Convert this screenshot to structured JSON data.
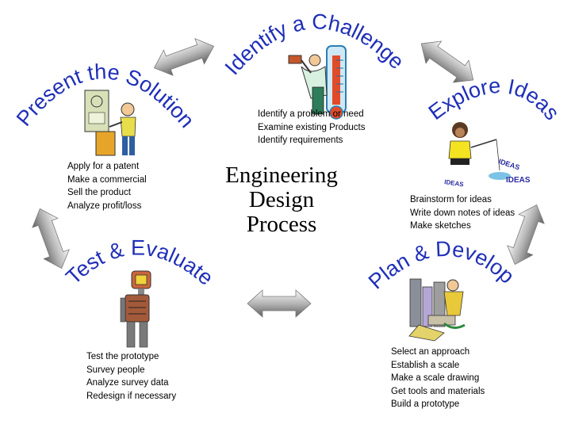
{
  "title": {
    "line1": "Engineering",
    "line2": "Design",
    "line3": "Process"
  },
  "steps": [
    {
      "name": "Identify a Challenge",
      "items": [
        "Identify a problem or need",
        "Examine existing Products",
        "Identify requirements"
      ]
    },
    {
      "name": "Explore Ideas",
      "items": [
        "Brainstorm for ideas",
        "Write down notes of ideas",
        "Make sketches"
      ]
    },
    {
      "name": "Plan & Develop",
      "items": [
        "Select an approach",
        "Establish a scale",
        "Make a scale drawing",
        "Get tools and materials",
        "Build a prototype"
      ]
    },
    {
      "name": "Test & Evaluate",
      "items": [
        "Test the prototype",
        "Survey people",
        "Analyze survey data",
        "Redesign if necessary"
      ]
    },
    {
      "name": "Present the Solution",
      "items": [
        "Apply for a patent",
        "Make a commercial",
        "Sell the product",
        "Analyze profit/loss"
      ]
    }
  ],
  "clipart": {
    "ideas_word": "IDEAS"
  },
  "colors": {
    "heading": "#1f2fb8",
    "arrow_light": "#f2f2f2",
    "arrow_dark": "#6e6e6e"
  },
  "icons": [
    "thermometer-scientist-icon",
    "girl-fishing-icon",
    "city-planner-icon",
    "robot-icon",
    "presenter-icon",
    "double-arrow-icon"
  ]
}
